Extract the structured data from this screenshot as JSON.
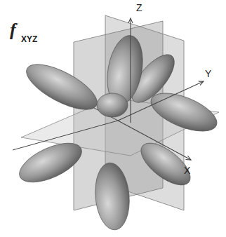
{
  "diagram": {
    "labels": [
      "f",
      "XYZ",
      "Z",
      "Y",
      "X"
    ]
  }
}
